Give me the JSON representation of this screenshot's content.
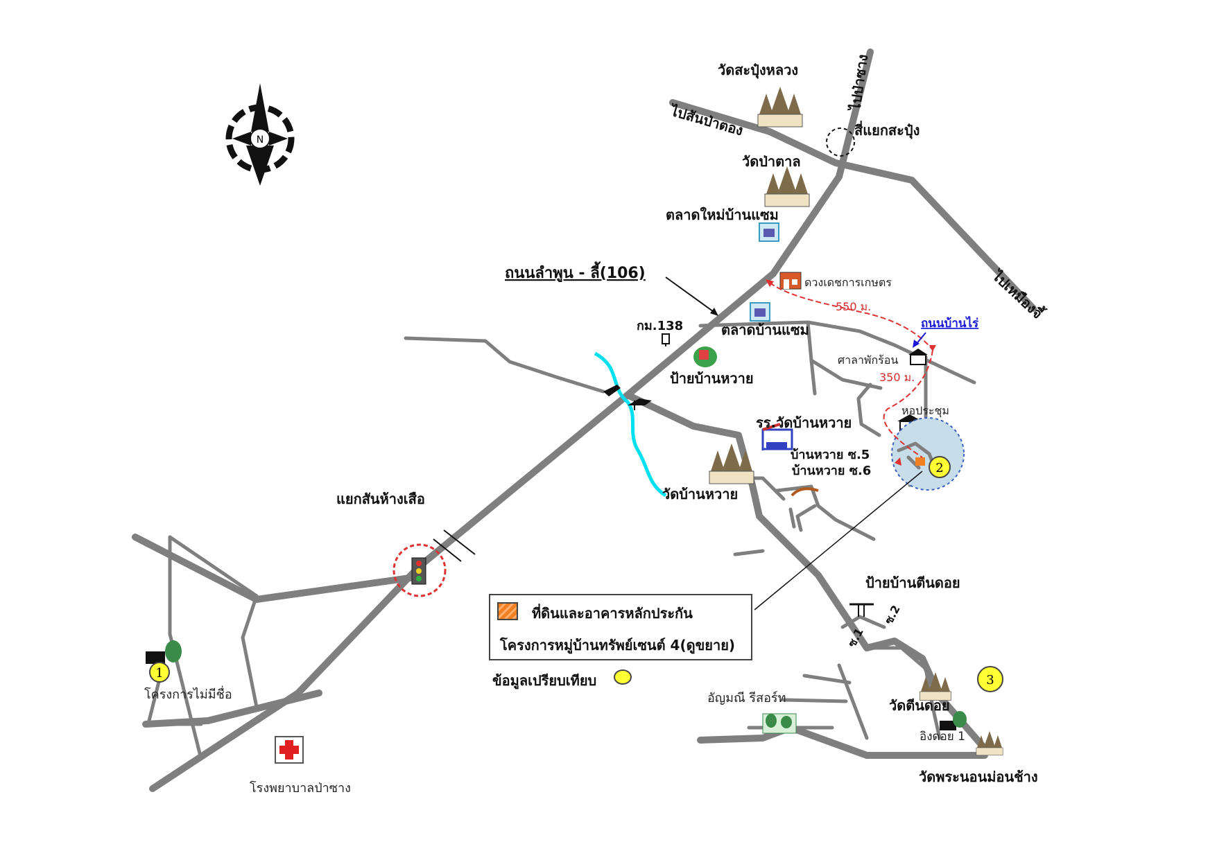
{
  "compass": {
    "label": "N"
  },
  "roads": {
    "main_road": "ถนนลำพูน - ลี้(106)",
    "to_san_pa_tong": "ไปสันป่าตอง",
    "to_pa_sang": "ไปป่าซาง",
    "to_mueang_li": "ไปเหมืองจี้",
    "ban_rai_road": "ถนนบ้านไร่",
    "soi_1": "ซ.1",
    "soi_2": "ซ.2",
    "km_marker": "กม.138"
  },
  "places": {
    "wat_sapung_luang": "วัดสะปุ๋งหลวง",
    "sapung_junction": "สี่แยกสะปุ๋ง",
    "wat_pa_tan": "วัดป่าตาล",
    "talat_mai_ban_saem": "ตลาดใหม่บ้านแซม",
    "duang_det": "ดวงเดชการเกษตร",
    "talat_ban_saem": "ตลาดบ้านแซม",
    "sala": "ศาลาพักร้อน",
    "ho_prachum": "หอประชุม",
    "pai_ban_huai": "ป้ายบ้านหวาย",
    "school": "รร.วัดบ้านหวาย",
    "ban_huai_s5": "บ้านหวาย ซ.5",
    "ban_huai_s6": "บ้านหวาย ซ.6",
    "wat_ban_huai": "วัดบ้านหวาย",
    "san_hang_suea": "แยกสันห้างเสือ",
    "pai_ban_tin_doi": "ป้ายบ้านตีนดอย",
    "project_1": "โครงการไม่มีชื่อ",
    "hospital": "โรงพยาบาลป่าซาง",
    "anyamanee": "อัญมณี รีสอร์ท",
    "wat_tin_doi": "วัดตีนดอย",
    "ing_doi": "อิงดอย 1",
    "wat_phra_non": "วัดพระนอนม่อนช้าง"
  },
  "distances": {
    "d550": "550 ม.",
    "d350": "350 ม."
  },
  "markers": {
    "m1": "1",
    "m2": "2",
    "m3": "3"
  },
  "legend": {
    "collateral": "ที่ดินและอาคารหลักประกัน",
    "project": "โครงการหมู่บ้านทรัพย์เซนต์ 4(ดูขยาย)",
    "comparison": "ข้อมูลเปรียบเทียบ"
  },
  "colors": {
    "road": "#7f7f7f",
    "river": "#00e0f0",
    "marker_fill": "#ffff33",
    "route_dash": "#e03030",
    "zone_fill": "#c7dde9"
  }
}
